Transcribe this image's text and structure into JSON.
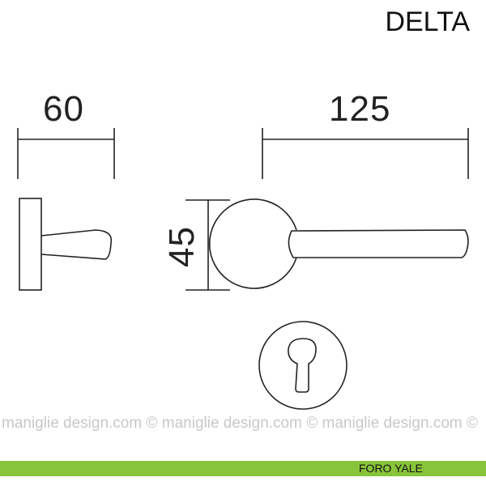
{
  "title": "DELTA",
  "dimensions": {
    "depth": "60",
    "length": "125",
    "rosette_diameter": "45"
  },
  "watermark": "maniglie design.com © maniglie design.com © maniglie design.com ©",
  "footer": {
    "label": "FORO YALE",
    "color": "#88c43a"
  }
}
